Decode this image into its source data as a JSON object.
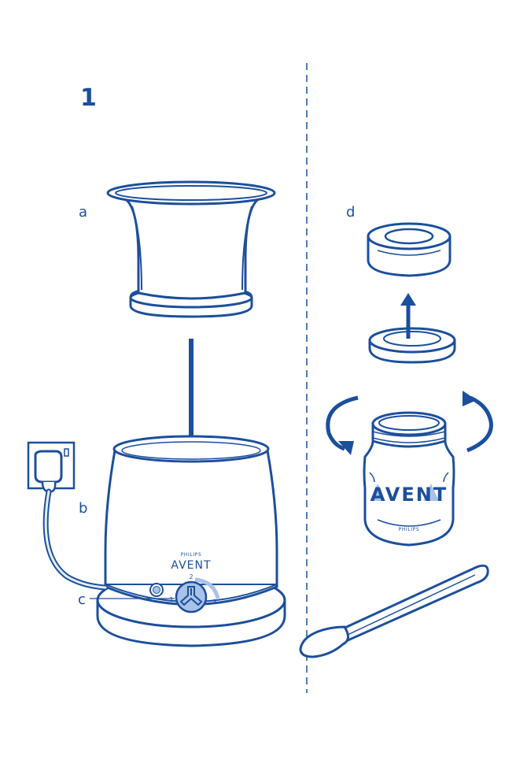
{
  "step_number": "1",
  "labels": {
    "a": "a",
    "b": "b",
    "c": "c",
    "d": "d"
  },
  "warmer_brand": {
    "small": "PHILIPS",
    "logo": "AVENT"
  },
  "dial": {
    "n1": "1",
    "n2": "2",
    "n3": "3"
  },
  "bottle_brand": {
    "logo": "AVENT",
    "small": "PHILIPS"
  },
  "colors": {
    "line": "#1c4f9c",
    "fill_light": "#e6eef8",
    "accent_light": "#a9c2e8"
  }
}
